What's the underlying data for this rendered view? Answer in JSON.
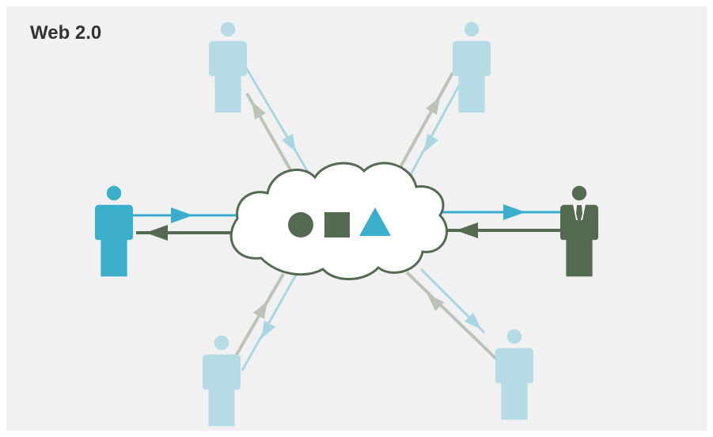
{
  "title": "Web 2.0",
  "colors": {
    "background": "#f1f1f1",
    "frame": "#ffffff",
    "title_text": "#333333",
    "user_blue": "#3aaecb",
    "user_light": "#b5dbe5",
    "user_dark": "#546b52",
    "arrow_light_blue": "#a9d6e3",
    "arrow_gray": "#bcc4b8",
    "cloud_fill": "#ffffff",
    "cloud_stroke": "#546b52",
    "shirt": "#ffffff"
  },
  "cloud": {
    "symbols": [
      {
        "name": "circle-icon",
        "shape": "circle",
        "color": "#546b52"
      },
      {
        "name": "square-icon",
        "shape": "square",
        "color": "#546b52"
      },
      {
        "name": "triangle-icon",
        "shape": "triangle",
        "color": "#3aaecb"
      }
    ]
  },
  "people": [
    {
      "name": "contributor-top-left",
      "color": "#b5dbe5"
    },
    {
      "name": "contributor-top-right",
      "color": "#b5dbe5"
    },
    {
      "name": "contributor-left",
      "color": "#3aaecb"
    },
    {
      "name": "businessman-right",
      "color": "#546b52",
      "tie": true
    },
    {
      "name": "contributor-bottom-left",
      "color": "#b5dbe5"
    },
    {
      "name": "contributor-bottom-right",
      "color": "#b5dbe5"
    }
  ],
  "arrows": [
    {
      "name": "arrow-left-to-cloud",
      "color": "#3aaecb"
    },
    {
      "name": "arrow-cloud-to-left",
      "color": "#546b52"
    },
    {
      "name": "arrow-cloud-to-right",
      "color": "#3aaecb"
    },
    {
      "name": "arrow-right-to-cloud",
      "color": "#546b52"
    },
    {
      "name": "arrow-topleft-to-cloud",
      "color": "#a9d6e3"
    },
    {
      "name": "arrow-cloud-to-topleft",
      "color": "#bcc4b8"
    },
    {
      "name": "arrow-topright-to-cloud",
      "color": "#bcc4b8"
    },
    {
      "name": "arrow-cloud-to-topright",
      "color": "#a9d6e3"
    },
    {
      "name": "arrow-bottomleft-to-cloud",
      "color": "#bcc4b8"
    },
    {
      "name": "arrow-cloud-to-bottomleft",
      "color": "#a9d6e3"
    },
    {
      "name": "arrow-cloud-to-bottomright",
      "color": "#a9d6e3"
    },
    {
      "name": "arrow-bottomright-to-cloud",
      "color": "#bcc4b8"
    }
  ]
}
